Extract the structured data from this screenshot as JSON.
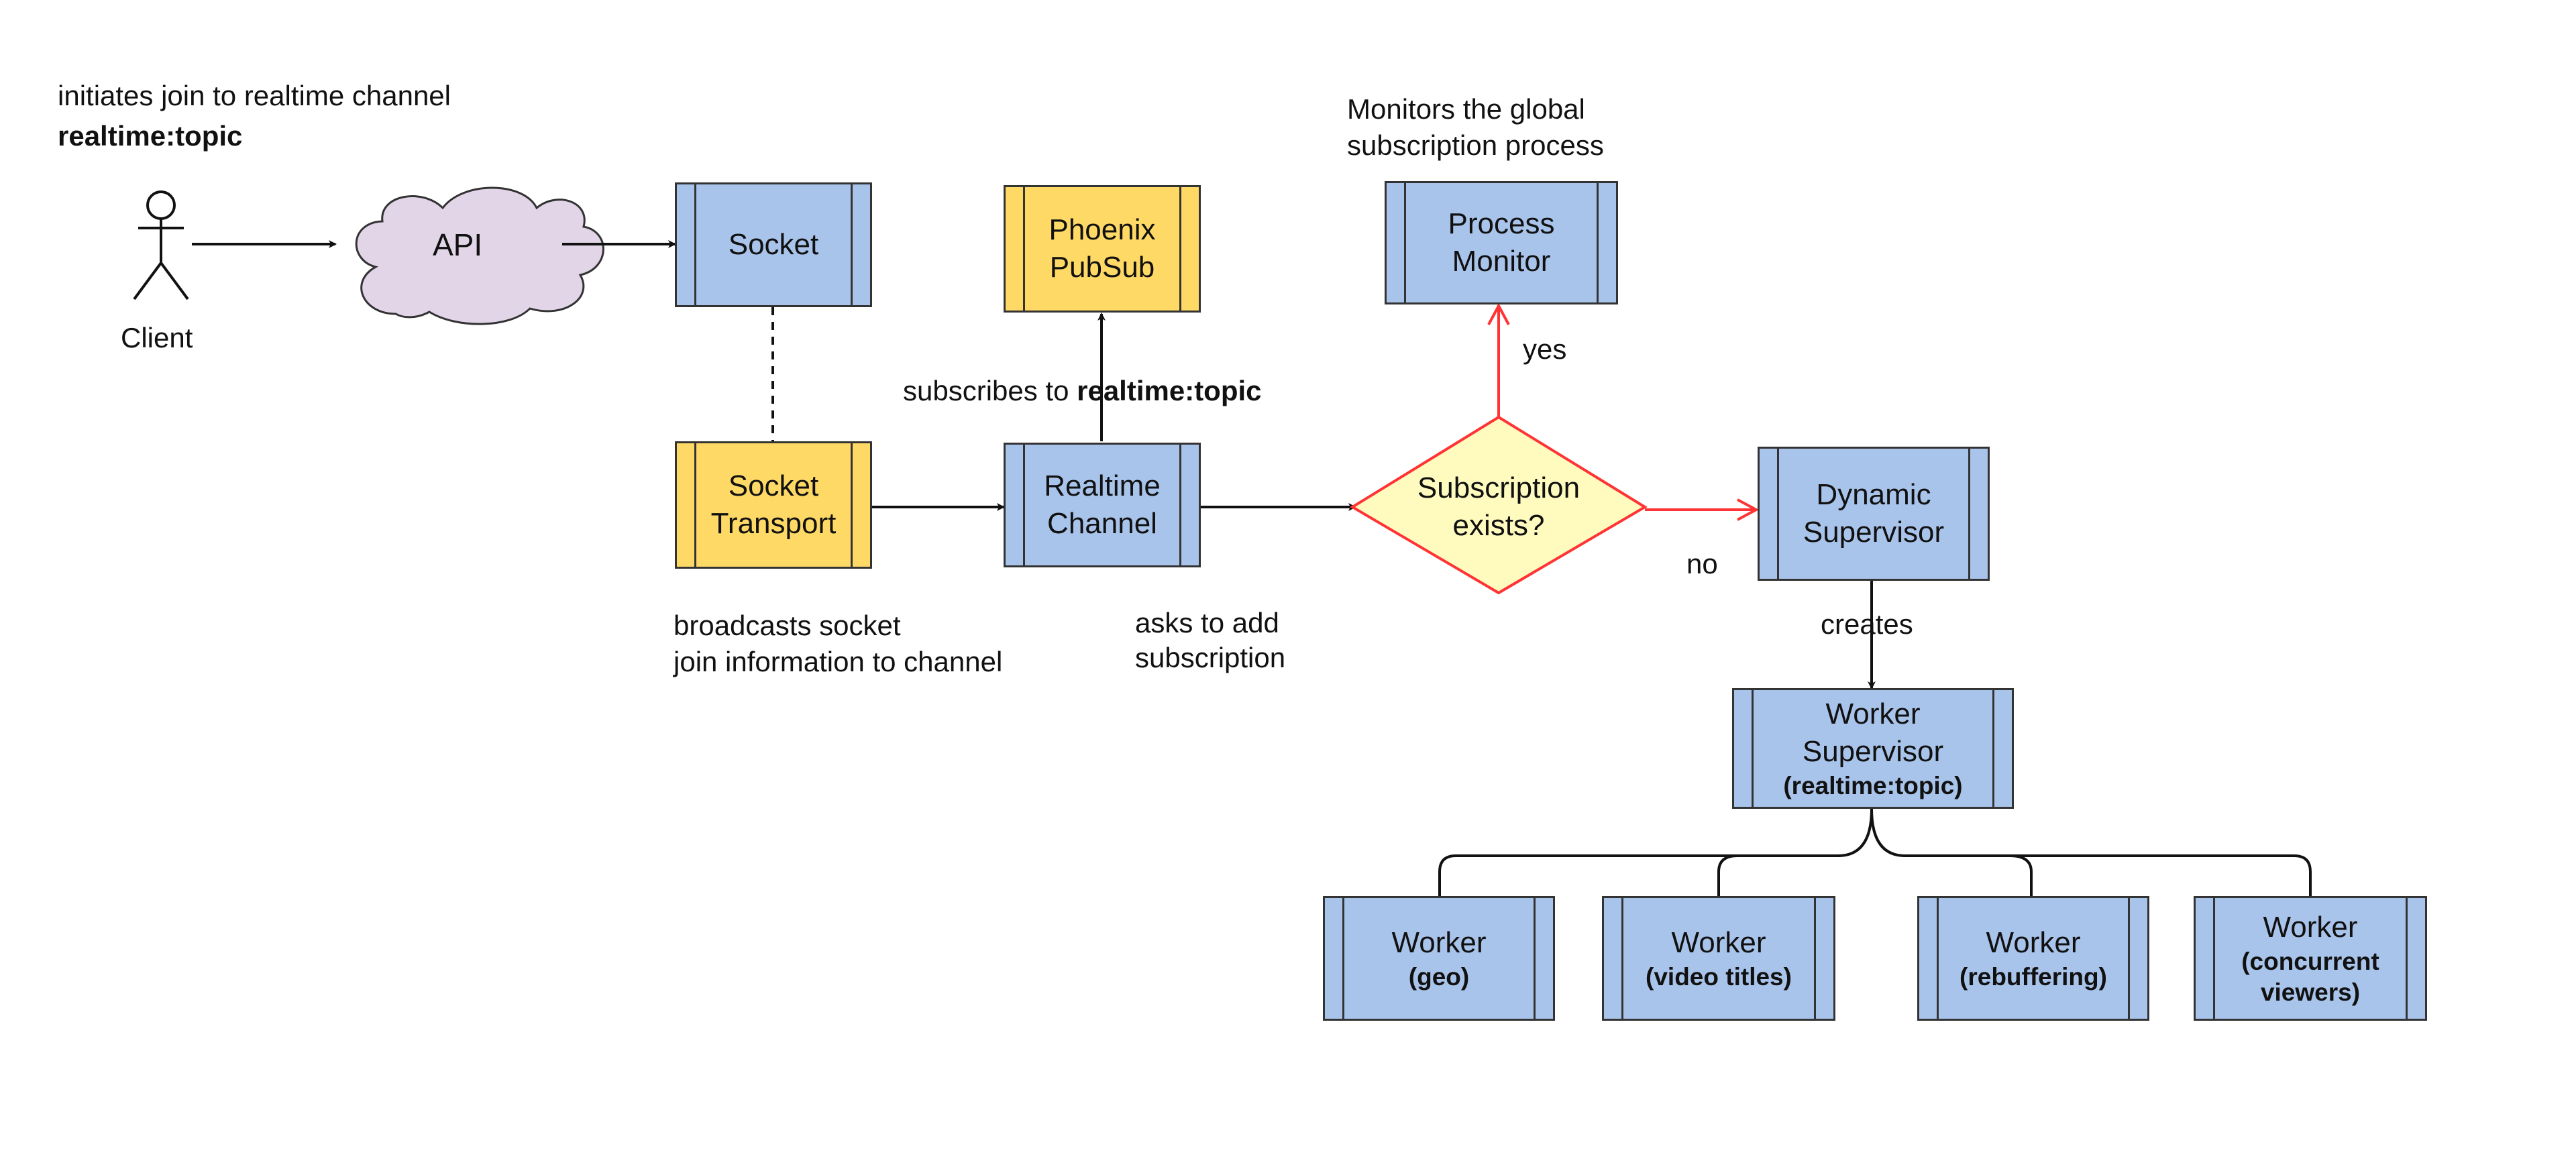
{
  "annotations": {
    "client_initiates": "initiates join to realtime channel",
    "client_channel": "realtime:topic",
    "subscribes_prefix": "subscribes to ",
    "subscribes_channel": "realtime:topic",
    "monitors_line1": "Monitors the global",
    "monitors_line2": "subscription process",
    "broadcasts_line1": "broadcasts socket",
    "broadcasts_line2": "join information to channel",
    "asks_line1": "asks to add",
    "asks_line2": "subscription",
    "yes": "yes",
    "no": "no",
    "creates": "creates"
  },
  "actor": {
    "label": "Client"
  },
  "cloud": {
    "label": "API"
  },
  "nodes": {
    "socket": {
      "line1": "Socket"
    },
    "phoenix_pubsub": {
      "line1": "Phoenix",
      "line2": "PubSub"
    },
    "process_monitor": {
      "line1": "Process",
      "line2": "Monitor"
    },
    "socket_transport": {
      "line1": "Socket",
      "line2": "Transport"
    },
    "realtime_channel": {
      "line1": "Realtime",
      "line2": "Channel"
    },
    "dynamic_supervisor": {
      "line1": "Dynamic",
      "line2": "Supervisor"
    },
    "worker_supervisor": {
      "line1": "Worker",
      "line2": "Supervisor",
      "line3": "(realtime:topic)"
    },
    "worker_geo": {
      "line1": "Worker",
      "line2": "(geo)"
    },
    "worker_video_titles": {
      "line1": "Worker",
      "line2": "(video titles)"
    },
    "worker_rebuffering": {
      "line1": "Worker",
      "line2": "(rebuffering)"
    },
    "worker_concurrent_viewers": {
      "line1": "Worker",
      "line2": "(concurrent",
      "line3": "viewers)"
    }
  },
  "decision": {
    "line1": "Subscription",
    "line2": "exists?"
  },
  "colors": {
    "process_box": "#a9c4eb",
    "pubsub_box": "#ffd966",
    "cloud": "#e1d5e7",
    "decision_fill": "#fffbbf",
    "decision_edge": "#ff3333",
    "outline": "#333333"
  }
}
